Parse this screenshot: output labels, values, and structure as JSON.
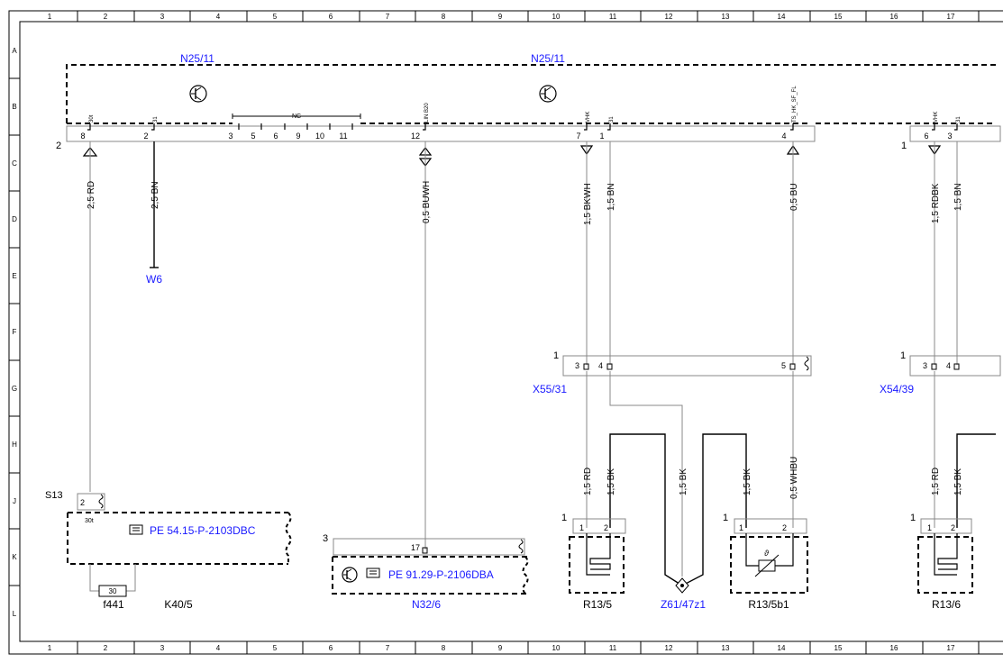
{
  "frame": {
    "columns": [
      "1",
      "2",
      "3",
      "4",
      "5",
      "6",
      "7",
      "8",
      "9",
      "10",
      "11",
      "12",
      "13",
      "14",
      "15",
      "16",
      "17"
    ],
    "rows": [
      "A",
      "B",
      "C",
      "D",
      "E",
      "F",
      "G",
      "H",
      "J",
      "K",
      "L"
    ]
  },
  "modules": {
    "n25_11_left": "N25/11",
    "n25_11_right": "N25/11"
  },
  "connector_main": {
    "left_number": "2",
    "right_number": "1",
    "pins": [
      {
        "num": "8",
        "sig": "30t"
      },
      {
        "num": "2",
        "sig": "31"
      },
      {
        "num": "3",
        "sig": ""
      },
      {
        "num": "5",
        "sig": ""
      },
      {
        "num": "6",
        "sig": ""
      },
      {
        "num": "9",
        "sig": ""
      },
      {
        "num": "10",
        "sig": ""
      },
      {
        "num": "11",
        "sig": ""
      },
      {
        "num": "12",
        "sig": "LIN B20"
      },
      {
        "num": "7",
        "sig": "VHK"
      },
      {
        "num": "1",
        "sig": "31"
      },
      {
        "num": "4",
        "sig": "TS_HK_SF_FL"
      },
      {
        "num": "6",
        "sig": "VHK"
      },
      {
        "num": "3",
        "sig": "31"
      }
    ],
    "nc_label": "NC"
  },
  "wires": [
    {
      "label": "2,5 RD"
    },
    {
      "label": "2,5 BN"
    },
    {
      "label": "0,5 BUWH"
    },
    {
      "label": "1,5 BKWH"
    },
    {
      "label": "1,5 BN"
    },
    {
      "label": "0,5 BU"
    },
    {
      "label": "1,5 RDBK"
    },
    {
      "label": "1,5 BN"
    },
    {
      "label": "1,5 RD"
    },
    {
      "label": "1,5 BK"
    },
    {
      "label": "1,5 BK"
    },
    {
      "label": "1,5 BK"
    },
    {
      "label": "0,5 WHBU"
    },
    {
      "label": "1,5 RD"
    },
    {
      "label": "1,5 BK"
    }
  ],
  "components": {
    "w6": "W6",
    "x55_31": "X55/31",
    "x54_39": "X54/39",
    "s13": "S13",
    "s13_pin": "2",
    "s13_sig": "30t",
    "pe_1": "PE 54.15-P-2103DBC",
    "fuse_value": "30",
    "f441": "f441",
    "k40_5": "K40/5",
    "n32_6_num": "3",
    "n32_6_pin": "17",
    "pe_2": "PE 91.29-P-2106DBA",
    "n32_6": "N32/6",
    "r13_5": "R13/5",
    "z61": "Z61/47z1",
    "r13_5b1": "R13/5b1",
    "r13_6": "R13/6",
    "conn_one": "1",
    "pin_1": "1",
    "pin_2": "2",
    "pin_3": "3",
    "pin_4": "4",
    "pin_5": "5",
    "theta": "ϑ"
  }
}
